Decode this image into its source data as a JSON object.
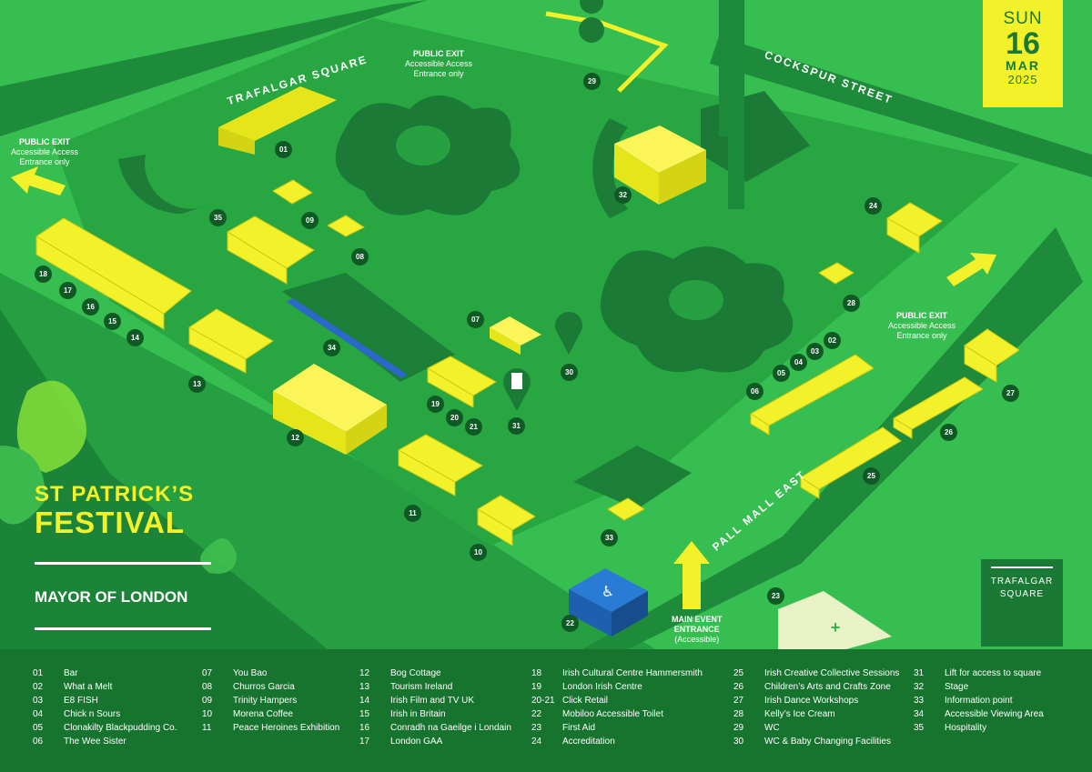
{
  "date": {
    "day": "SUN",
    "num": "16",
    "month": "MAR",
    "year": "2025"
  },
  "festival": {
    "line1": "ST PATRICK’S",
    "line2": "FESTIVAL"
  },
  "mayor": "MAYOR OF LONDON",
  "corner_label": {
    "line1": "TRAFALGAR",
    "line2": "SQUARE"
  },
  "streets": {
    "trafalgar_square": "TRAFALGAR SQUARE",
    "cockspur": "COCKSPUR STREET",
    "pall_mall": "PALL MALL EAST"
  },
  "exits": {
    "left": {
      "l1": "PUBLIC EXIT",
      "l2": "Accessible Access",
      "l3": "Entrance only"
    },
    "top": {
      "l1": "PUBLIC EXIT",
      "l2": "Accessible Access",
      "l3": "Entrance only"
    },
    "right": {
      "l1": "PUBLIC EXIT",
      "l2": "Accessible Access",
      "l3": "Entrance only"
    },
    "main": {
      "l1": "MAIN EVENT",
      "l2": "ENTRANCE",
      "l3": "(Accessible)"
    }
  },
  "pins": [
    "01",
    "07",
    "08",
    "09",
    "10",
    "11",
    "12",
    "13",
    "14",
    "15",
    "16",
    "17",
    "18",
    "19",
    "20",
    "21",
    "22",
    "23",
    "24",
    "25",
    "26",
    "27",
    "28",
    "29",
    "30",
    "31",
    "32",
    "33",
    "34",
    "35",
    "02",
    "03",
    "04",
    "05",
    "06"
  ],
  "legend": [
    [
      {
        "n": "01",
        "t": "Bar"
      },
      {
        "n": "02",
        "t": "What a Melt"
      },
      {
        "n": "03",
        "t": "E8 FISH"
      },
      {
        "n": "04",
        "t": "Chick n Sours"
      },
      {
        "n": "05",
        "t": "Clonakilty Blackpudding Co."
      },
      {
        "n": "06",
        "t": "The Wee Sister"
      }
    ],
    [
      {
        "n": "07",
        "t": "You Bao"
      },
      {
        "n": "08",
        "t": "Churros Garcia"
      },
      {
        "n": "09",
        "t": "Trinity Hampers"
      },
      {
        "n": "10",
        "t": "Morena Coffee"
      },
      {
        "n": "11",
        "t": "Peace Heroines Exhibition"
      }
    ],
    [
      {
        "n": "12",
        "t": "Bog Cottage"
      },
      {
        "n": "13",
        "t": "Tourism Ireland"
      },
      {
        "n": "14",
        "t": "Irish Film and TV UK"
      },
      {
        "n": "15",
        "t": "Irish in Britain"
      },
      {
        "n": "16",
        "t": "Conradh na Gaeilge i Londain"
      },
      {
        "n": "17",
        "t": "London GAA"
      }
    ],
    [
      {
        "n": "18",
        "t": "Irish Cultural Centre Hammersmith"
      },
      {
        "n": "19",
        "t": "London Irish Centre"
      },
      {
        "n": "20-21",
        "t": "Click Retail"
      },
      {
        "n": "22",
        "t": "Mobiloo Accessible Toilet"
      },
      {
        "n": "23",
        "t": "First Aid"
      },
      {
        "n": "24",
        "t": "Accreditation"
      }
    ],
    [
      {
        "n": "25",
        "t": "Irish Creative Collective Sessions"
      },
      {
        "n": "26",
        "t": "Children’s Arts and Crafts Zone"
      },
      {
        "n": "27",
        "t": "Irish Dance Workshops"
      },
      {
        "n": "28",
        "t": "Kelly’s Ice Cream"
      },
      {
        "n": "29",
        "t": "WC"
      },
      {
        "n": "30",
        "t": "WC & Baby Changing Facilities"
      }
    ],
    [
      {
        "n": "31",
        "t": "Lift for access to square"
      },
      {
        "n": "32",
        "t": "Stage"
      },
      {
        "n": "33",
        "t": "Information point"
      },
      {
        "n": "34",
        "t": "Accessible Viewing Area"
      },
      {
        "n": "35",
        "t": "Hospitality"
      }
    ]
  ]
}
